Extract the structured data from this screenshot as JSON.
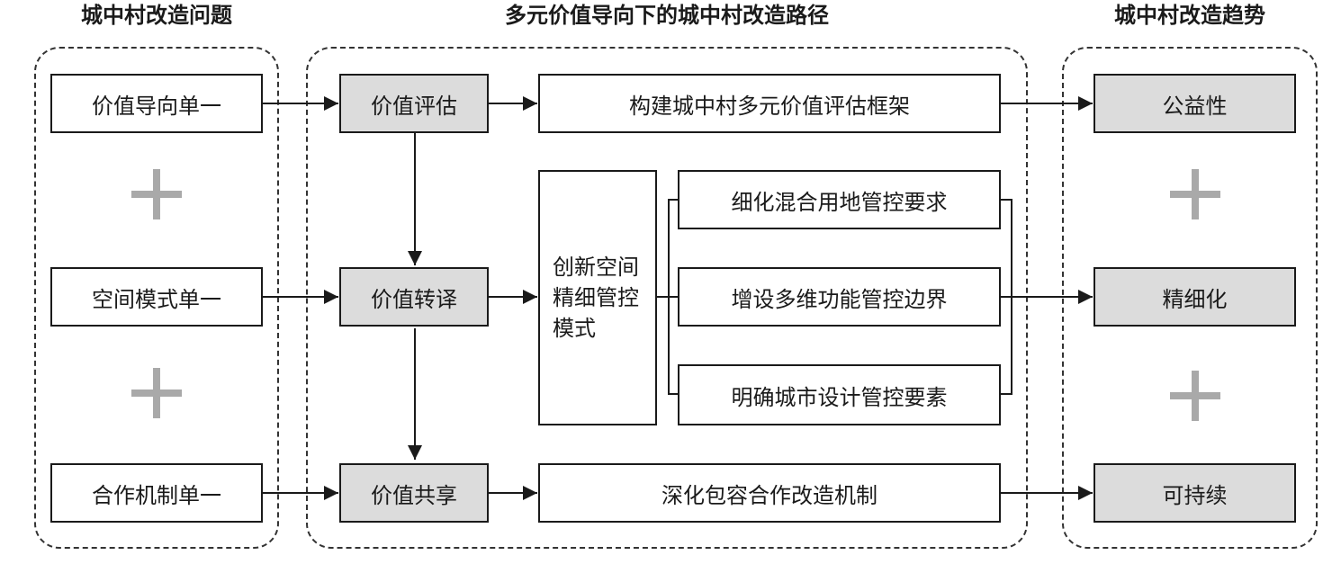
{
  "headings": {
    "left": "城中村改造问题",
    "middle": "多元价值导向下的城中村改造路径",
    "right": "城中村改造趋势"
  },
  "problems": [
    "价值导向单一",
    "空间模式单一",
    "合作机制单一"
  ],
  "stages": [
    "价值评估",
    "价值转译",
    "价值共享"
  ],
  "actions": {
    "evaluate": "构建城中村多元价值评估框架",
    "share": "深化包容合作改造机制"
  },
  "translation": {
    "mode_label": "创新空间精细管控模式",
    "measures": [
      "细化混合用地管控要求",
      "增设多维功能管控边界",
      "明确城市设计管控要素"
    ]
  },
  "trends": [
    "公益性",
    "精细化",
    "可持续"
  ],
  "colors": {
    "stage_fill": "#dcdcdc",
    "plus_sign": "#a9a9a9",
    "line": "#1a1a1a"
  }
}
